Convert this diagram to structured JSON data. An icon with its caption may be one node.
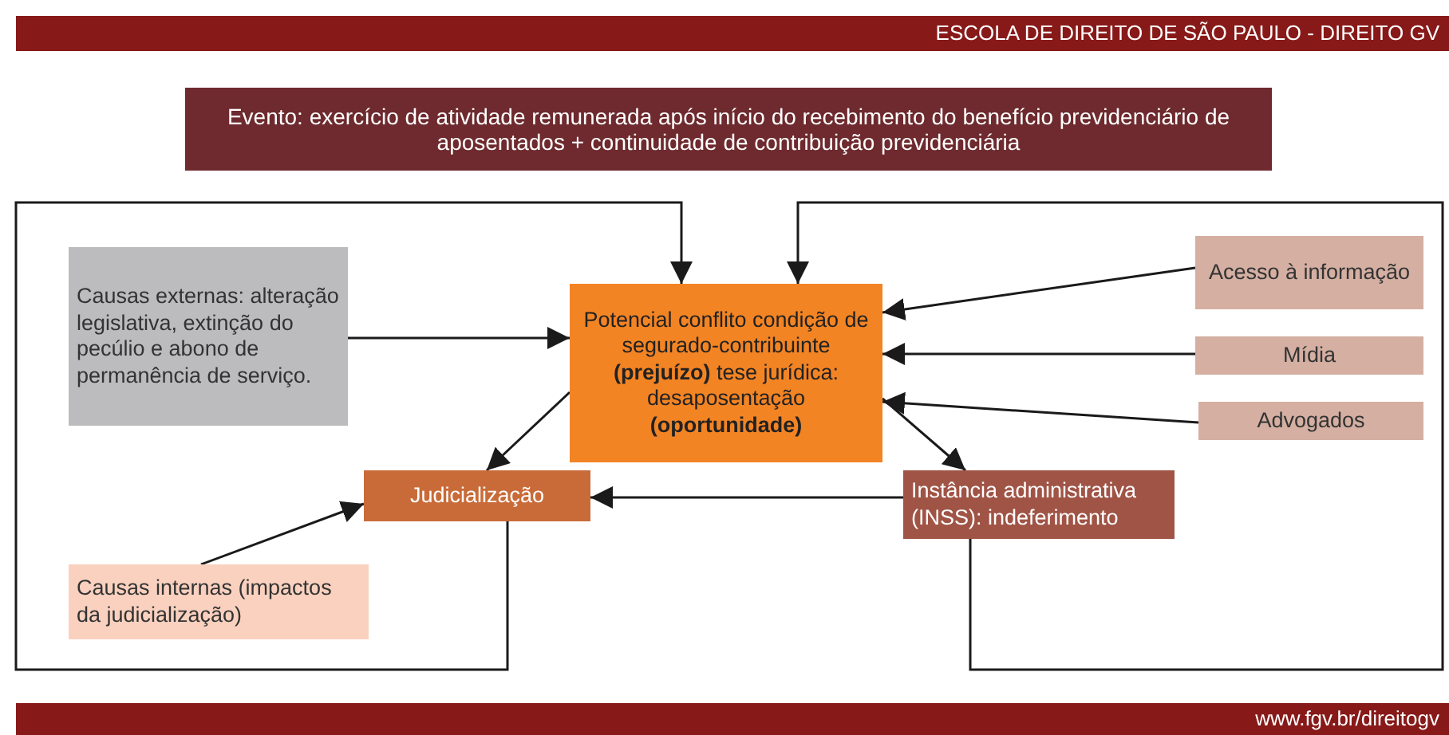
{
  "diagram": {
    "nodes": [
      {
        "text": [
          "Evento: exercício de atividade remunerada após início do recebimento do benefício previdenciário de aposentados + continuidade de contribuição previdenciária"
        ]
      },
      {
        "text": [
          "Causas externas: alteração legislativa, extinção do pecúlio e abono de permanência de serviço."
        ]
      },
      {
        "text": [
          "Potencial conflito condição de segurado-contribuinte **(prejuízo)** tese jurídica: desaposentação **(oportunidade)**"
        ]
      },
      {
        "text": [
          "Acesso à informação"
        ]
      },
      {
        "text": [
          "Mídia"
        ]
      },
      {
        "text": [
          "Advogados"
        ]
      },
      {
        "text": [
          "Judicialização"
        ]
      },
      {
        "text": [
          "Instância administrativa (INSS): indeferimento"
        ]
      },
      {
        "text": [
          "Causas internas (impactos da judicialização)"
        ]
      }
    ],
    "edges": [
      {
        "from": 1,
        "to": 2,
        "arrow": "to"
      },
      {
        "from": 3,
        "to": 2,
        "arrow": "to"
      },
      {
        "from": 4,
        "to": 2,
        "arrow": "to"
      },
      {
        "from": 5,
        "to": 2,
        "arrow": "to"
      },
      {
        "from": 2,
        "to": 6,
        "arrow": "to"
      },
      {
        "from": 2,
        "to": 7,
        "arrow": "to"
      },
      {
        "from": 7,
        "to": 6,
        "arrow": "to"
      },
      {
        "from": 8,
        "to": 6,
        "arrow": "to"
      },
      {
        "from": 6,
        "to": 2,
        "arrow": "to"
      },
      {
        "from": 7,
        "to": 2,
        "arrow": "to"
      }
    ],
    "labels": [
      "ESCOLA DE DIREITO DE SÃO PAULO - DIREITO GV",
      "www.fgv.br/direitogv"
    ]
  }
}
